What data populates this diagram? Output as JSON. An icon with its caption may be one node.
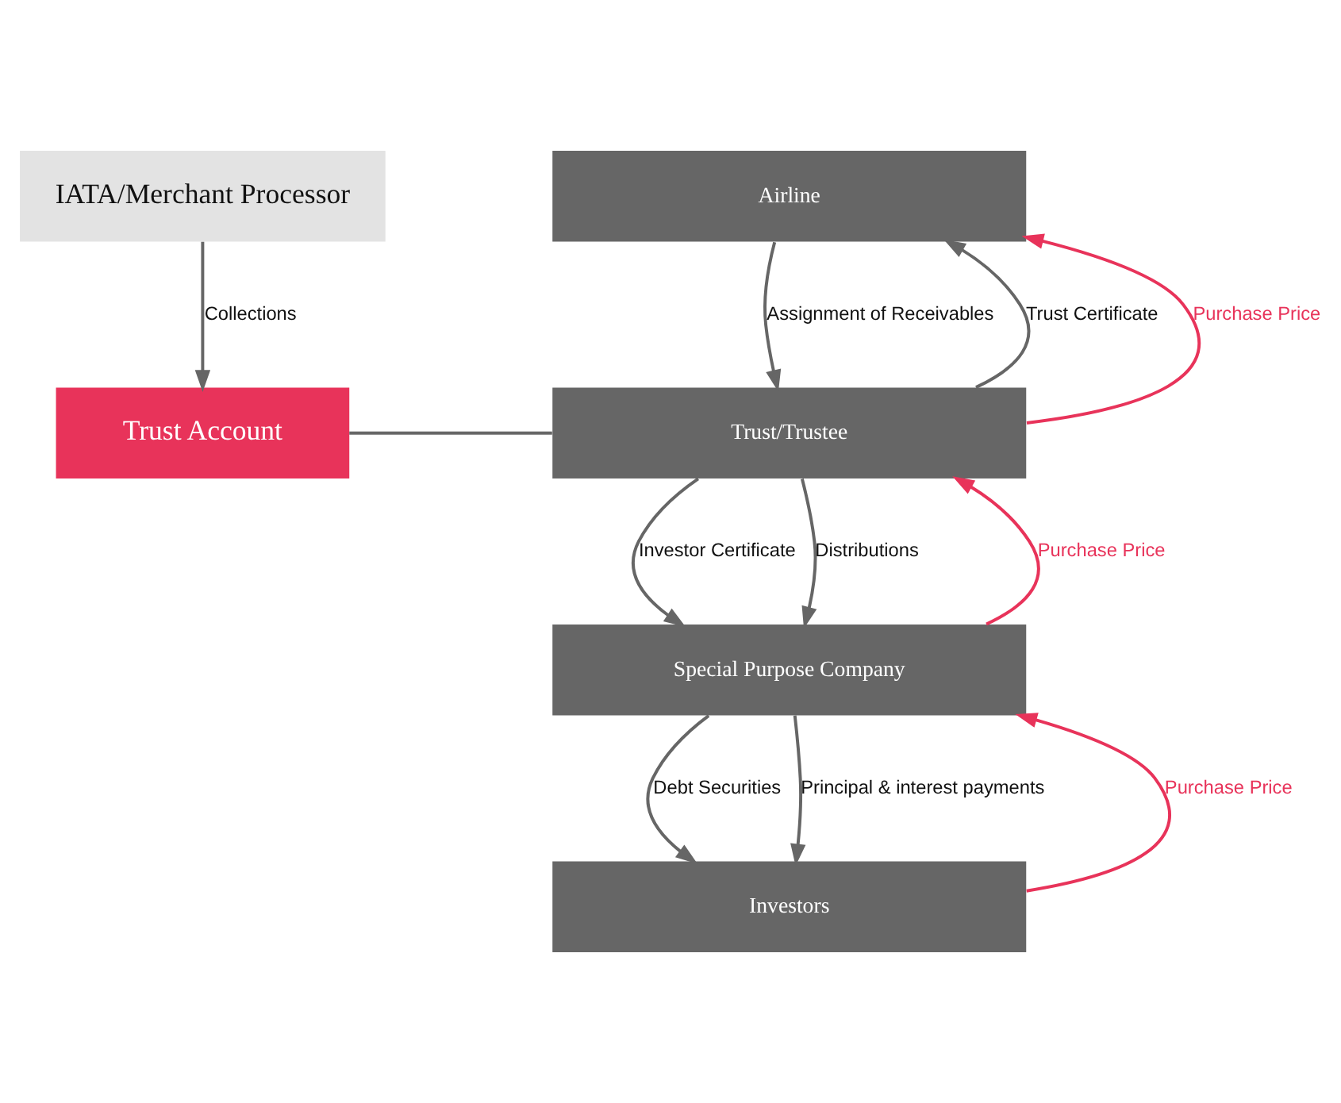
{
  "diagram": {
    "nodes": [
      {
        "text": [
          "IATA/Merchant Processor"
        ]
      },
      {
        "text": [
          "Trust Account"
        ]
      },
      {
        "text": [
          "Airline"
        ]
      },
      {
        "text": [
          "Trust/Trustee"
        ]
      },
      {
        "text": [
          "Special Purpose Company"
        ]
      },
      {
        "text": [
          "Investors"
        ]
      }
    ],
    "edges": [
      {
        "from": 0,
        "to": 1,
        "arrow": "to",
        "label": "Collections"
      },
      {
        "from": 1,
        "to": 3,
        "arrow": "none"
      },
      {
        "from": 3,
        "to": 2,
        "arrow": "to",
        "label": "Trust Certificate"
      },
      {
        "from": 3,
        "to": 2,
        "arrow": "to",
        "label": "Purchase Price",
        "color": "#e8335a"
      },
      {
        "from": 2,
        "to": 3,
        "arrow": "to",
        "label": "Assignment of Receivables"
      },
      {
        "from": 3,
        "to": 4,
        "arrow": "to",
        "label": "Investor Certificate"
      },
      {
        "from": 4,
        "to": 3,
        "arrow": "to",
        "label": "Purchase Price",
        "color": "#e8335a"
      },
      {
        "from": 3,
        "to": 4,
        "arrow": "to",
        "label": "Distributions"
      },
      {
        "from": 4,
        "to": 5,
        "arrow": "to",
        "label": "Debt Securities"
      },
      {
        "from": 5,
        "to": 4,
        "arrow": "to",
        "label": "Purchase Price",
        "color": "#e8335a"
      },
      {
        "from": 4,
        "to": 5,
        "arrow": "to",
        "label": "Principal & interest payments"
      }
    ]
  }
}
